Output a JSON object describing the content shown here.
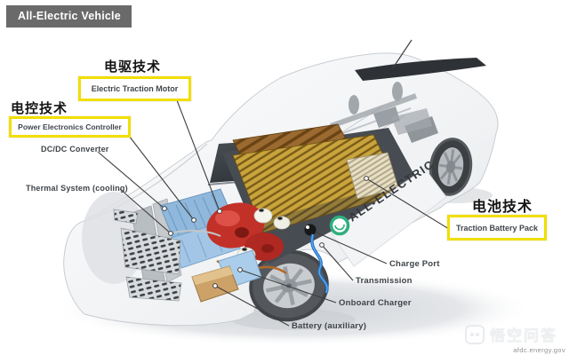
{
  "header": {
    "title": "All-Electric Vehicle"
  },
  "categories": {
    "drive_zh": "电驱技术",
    "control_zh": "电控技术",
    "battery_zh": "电池技术"
  },
  "labels": {
    "electric_traction_motor": "Electric Traction Motor",
    "power_electronics_controller": "Power Electronics Controller",
    "dcdc_converter": "DC/DC Converter",
    "thermal_system": "Thermal System (cooling)",
    "traction_battery_pack": "Traction Battery Pack",
    "charge_port": "Charge Port",
    "transmission": "Transmission",
    "onboard_charger": "Onboard Charger",
    "battery_auxiliary": "Battery (auxiliary)"
  },
  "vehicle": {
    "side_text": "ALL-ELECTRIC"
  },
  "watermark": {
    "logo_text": "悟空问答",
    "source": "afdc.energy.gov"
  },
  "colors": {
    "title_bar_bg": "#6a6a6a",
    "highlight_box": "#f2de00",
    "leader_line": "#3f3f3f",
    "motor_red": "#c23128",
    "battery_gold": "#c9a43d",
    "electronics_blue": "#8fb8dc",
    "logo_green": "#2fae7e",
    "cable_blue": "#1f6fc4"
  }
}
